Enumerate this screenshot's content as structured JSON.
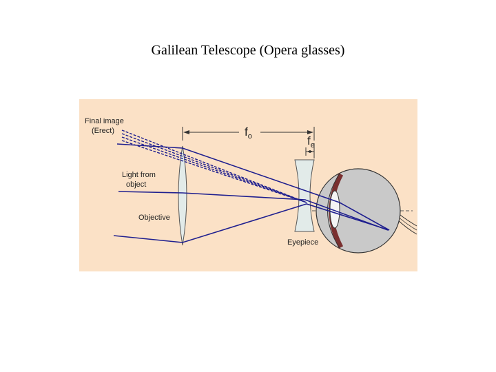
{
  "title": "Galilean Telescope (Opera glasses)",
  "diagram": {
    "labels": {
      "final_image_line1": "Final image",
      "final_image_line2": "(Erect)",
      "light_from_line1": "Light from",
      "light_from_line2": "object",
      "objective": "Objective",
      "eyepiece": "Eyepiece",
      "fo_main": "f",
      "fo_sub": "o",
      "fe_main": "f",
      "fe_sub": "e"
    },
    "colors": {
      "background": "#fbe1c6",
      "ray": "#1f1f8f",
      "lens": "#e2ebe9",
      "eye_fill": "#c9c9c9"
    }
  }
}
